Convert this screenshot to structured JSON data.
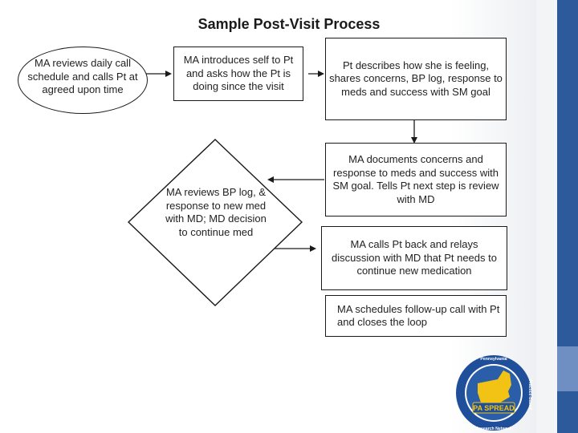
{
  "slide": {
    "title": "Sample Post-Visit Process"
  },
  "nodes": {
    "start": "MA reviews daily call schedule and calls Pt at agreed upon time",
    "introduce": "MA introduces self to Pt and asks how the Pt is doing since the visit",
    "patient_describes": "Pt describes how she is feeling, shares concerns, BP log, response to meds and success with SM goal",
    "documents": "MA documents concerns and response to meds and success with SM goal. Tells Pt next step is review with MD",
    "decision": "MA reviews BP log, & response to new med with MD; MD decision to continue med",
    "calls_back": "MA calls Pt back and relays discussion with MD that Pt needs to continue new medication",
    "schedules": "MA schedules follow-up call with Pt and closes the loop"
  },
  "logo": {
    "name": "PA SPREAD",
    "ring_text": "Pennsylvania Practice-Based Research Network",
    "colors": {
      "ring": "#1f4f9a",
      "ring_fill": "#2a5ea8",
      "map": "#f2c314",
      "banner": "#1f4f9a",
      "banner_text": "#f2c314"
    }
  },
  "colors": {
    "sidebar": "#2c5a9a",
    "sidebar_accent": "#6f8fc2",
    "stroke": "#1a1a1a"
  }
}
